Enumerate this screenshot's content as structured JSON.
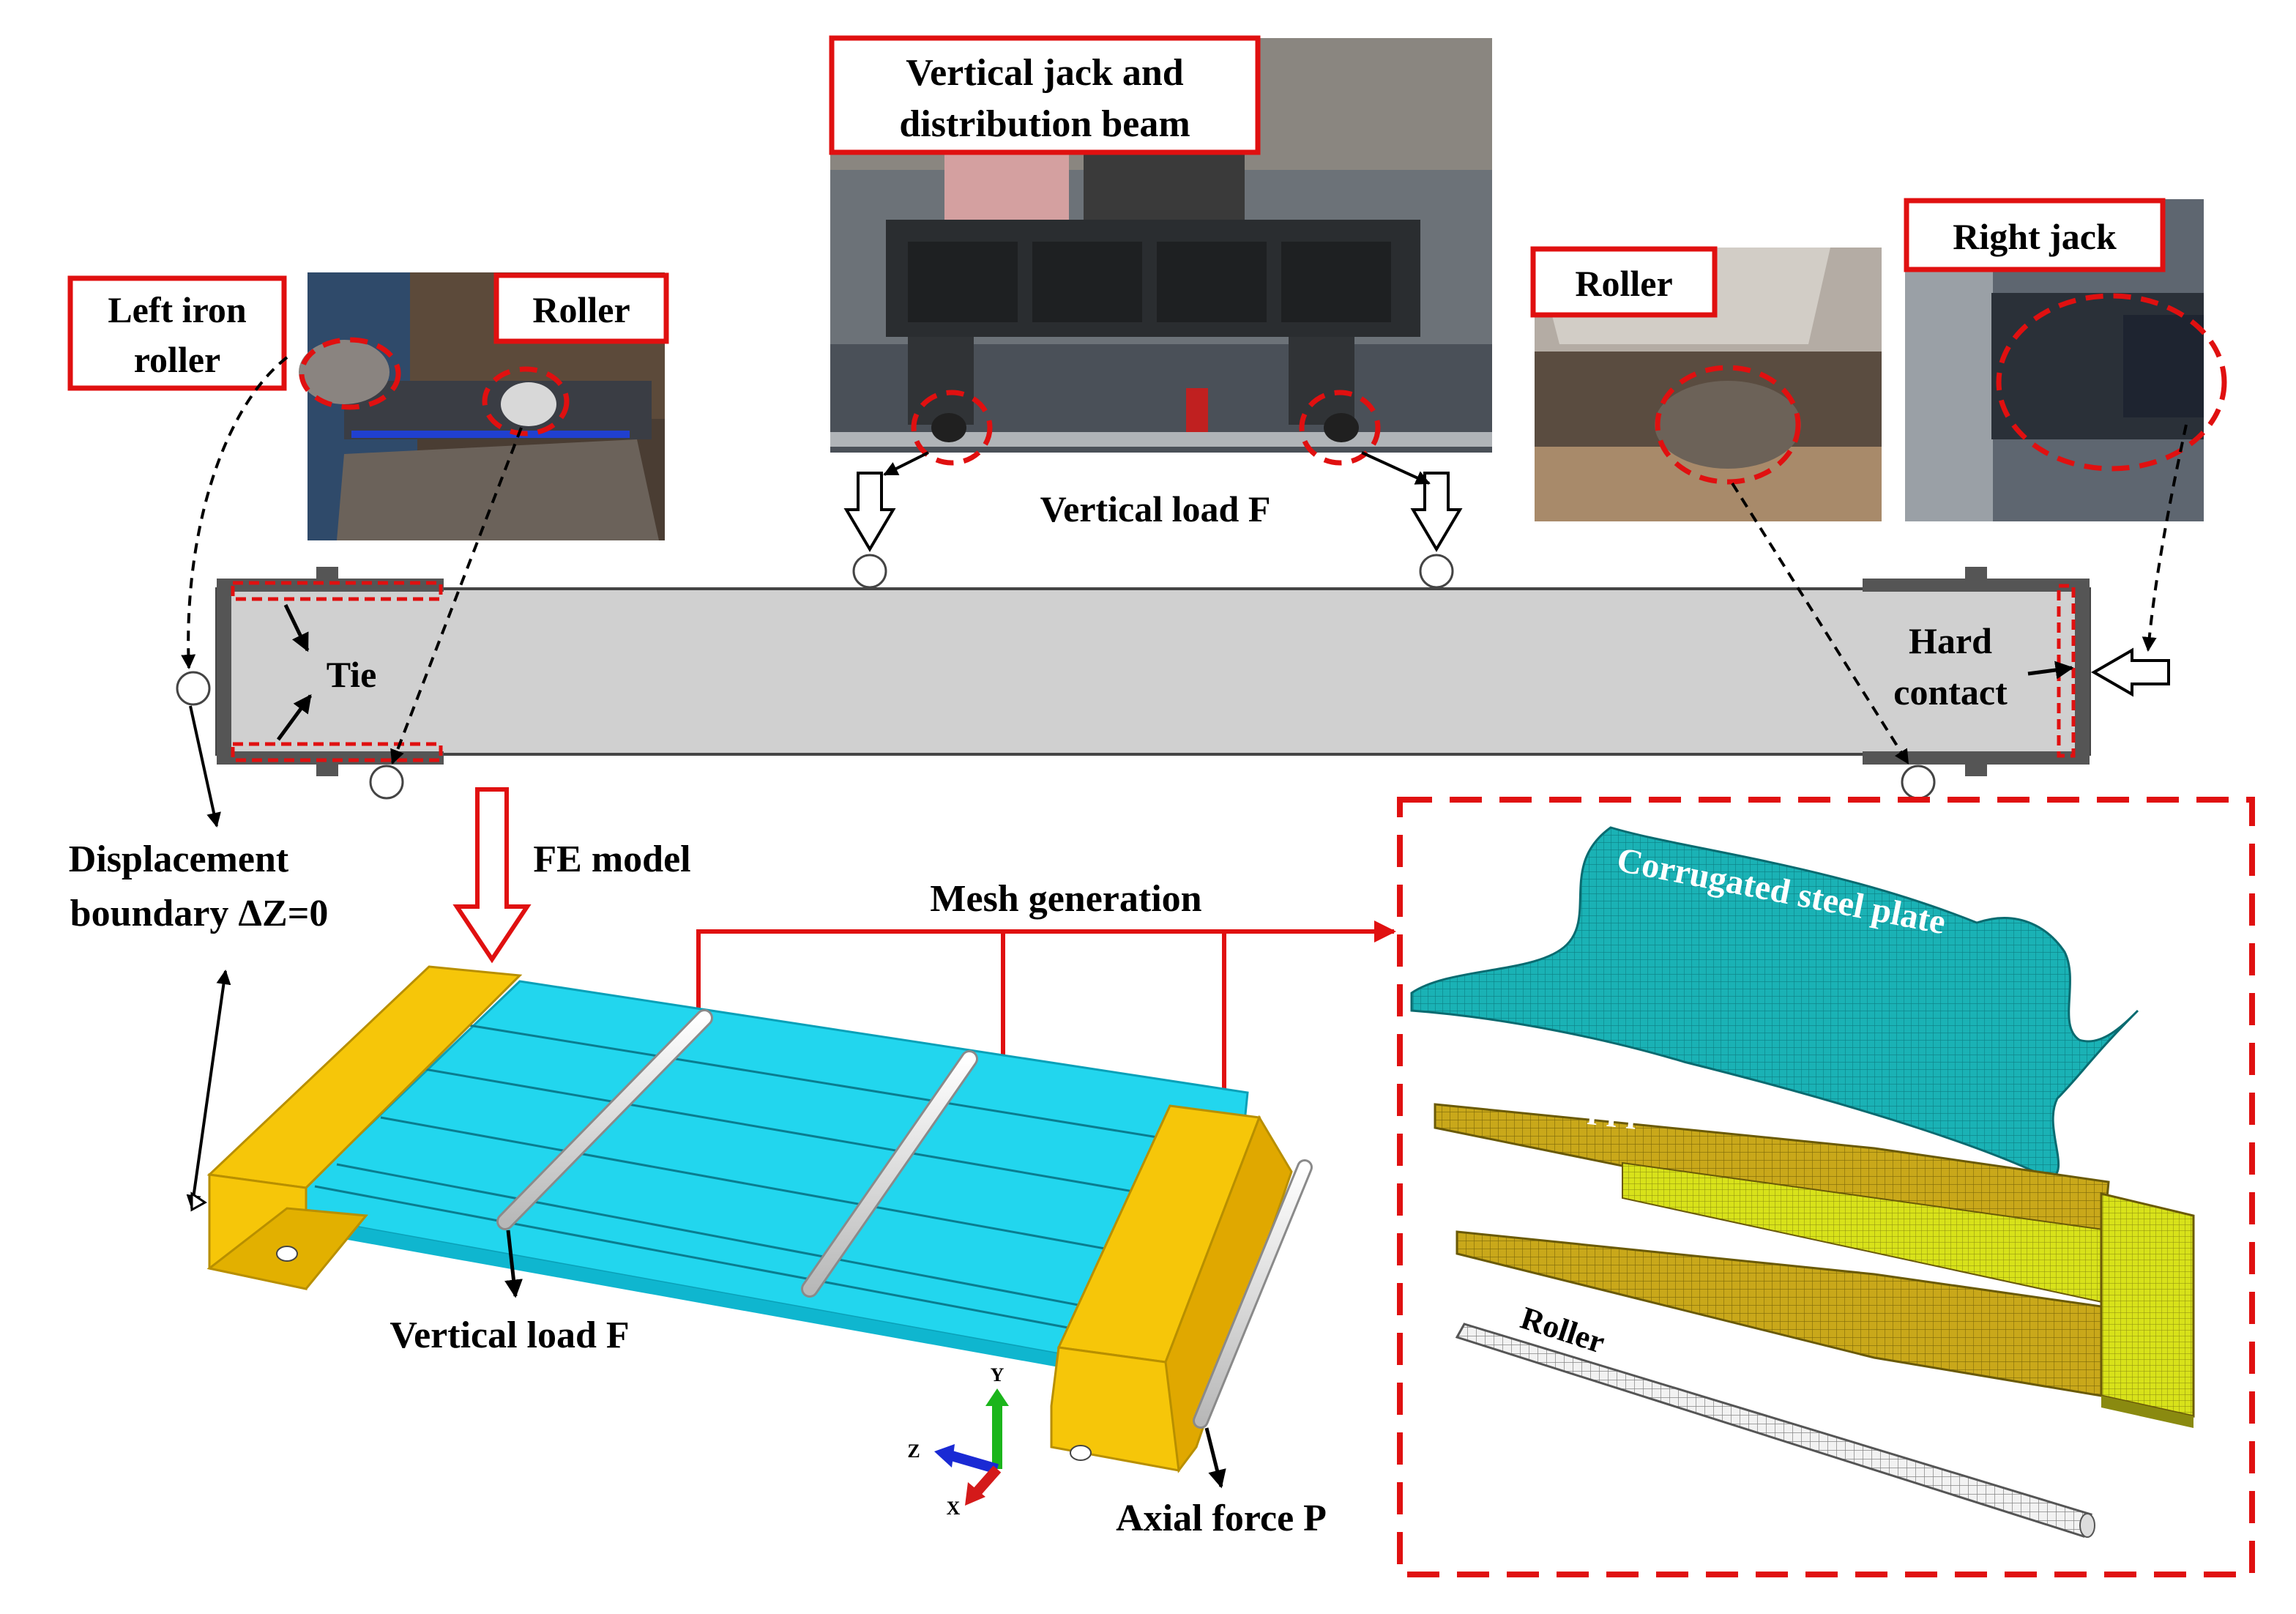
{
  "photo_labels": {
    "jack_line1": "Vertical jack and",
    "jack_line2": "distribution beam",
    "left_line1": "Left iron",
    "left_line2": "roller",
    "roller_left": "Roller",
    "roller_right": "Roller",
    "right_jack": "Right jack"
  },
  "schematic": {
    "vertical_load": "Vertical load F",
    "tie": "Tie",
    "hard_line1": "Hard",
    "hard_line2": "contact",
    "disp_line1": "Displacement",
    "disp_line2": "boundary ΔZ=0"
  },
  "fe": {
    "fe_model": "FE model",
    "mesh_generation": "Mesh generation",
    "vertical_load": "Vertical load F",
    "axial_force": "Axial force P",
    "axis_y": "Y",
    "axis_z": "Z",
    "axis_x": "X"
  },
  "mesh_panel": {
    "plate": "Corrugated steel plate",
    "support": "Suppprt",
    "roller": "Roller"
  },
  "colors": {
    "callout_red": "#e01010",
    "beam_grey": "#d0d0d0",
    "fe_cyan": "#22d6ee",
    "support_yellow": "#f6c609",
    "mesh_teal": "#1ab2b5",
    "mesh_olive": "#c9a81a"
  }
}
